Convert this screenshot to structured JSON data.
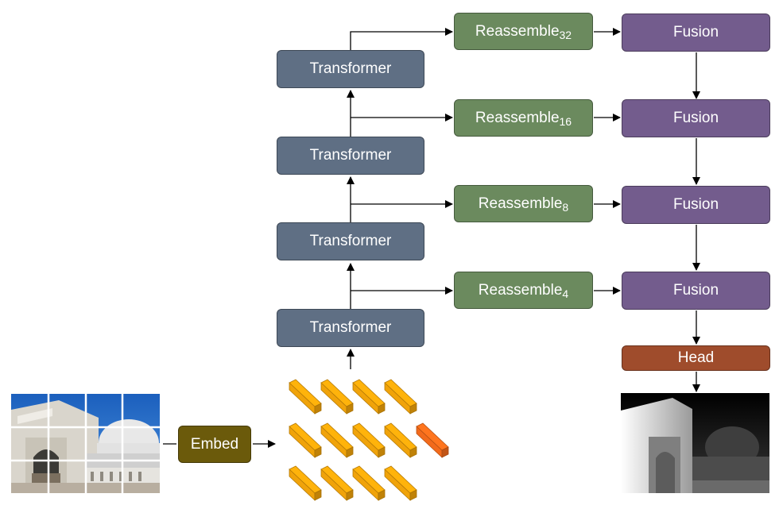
{
  "transformers": [
    "Transformer",
    "Transformer",
    "Transformer",
    "Transformer"
  ],
  "reassemble": [
    {
      "label": "Reassemble",
      "sub": "32"
    },
    {
      "label": "Reassemble",
      "sub": "16"
    },
    {
      "label": "Reassemble",
      "sub": "8"
    },
    {
      "label": "Reassemble",
      "sub": "4"
    }
  ],
  "fusion": [
    "Fusion",
    "Fusion",
    "Fusion",
    "Fusion"
  ],
  "head": "Head",
  "embed": "Embed",
  "colors": {
    "transformer": "#5f6f84",
    "reassemble": "#6b8a5e",
    "fusion": "#735c8d",
    "head": "#9f4c2c",
    "embed": "#6b5a0b",
    "token": "#f0a30a",
    "token_highlight": "#f26a1b"
  }
}
